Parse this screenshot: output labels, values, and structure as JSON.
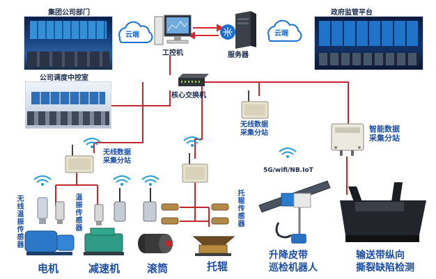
{
  "labels": {
    "group_dept": "集团公司部门",
    "dispatch_room": "公司调度中控室",
    "cloud_left": "云端",
    "cloud_right": "云端",
    "ipc": "工控机",
    "server": "服务器",
    "gov": "政府监管平台",
    "core_switch": "核心交换机",
    "wireless_station_mid": "无线数据\n采集分站",
    "wireless_station_left": "无线数据\n采集分站",
    "smart_station": "智能数据\n采集分站",
    "temp_vib_wireless": "无线温振传感器",
    "temp_vib": "温振传感器",
    "idler_sensor": "托辊传感器",
    "network": "5G/wifi/NB.IoT",
    "motor": "电机",
    "reducer": "减速机",
    "drum": "滚筒",
    "idler": "托辊",
    "robot": "升降皮带\n巡检机器人",
    "tear_detect": "输送带纵向\n撕裂缺陷检测"
  },
  "colors": {
    "line": "#c0282d",
    "text": "#1b4ea3",
    "cloud": "#1b6fd1",
    "arrow": "#d9262c"
  }
}
